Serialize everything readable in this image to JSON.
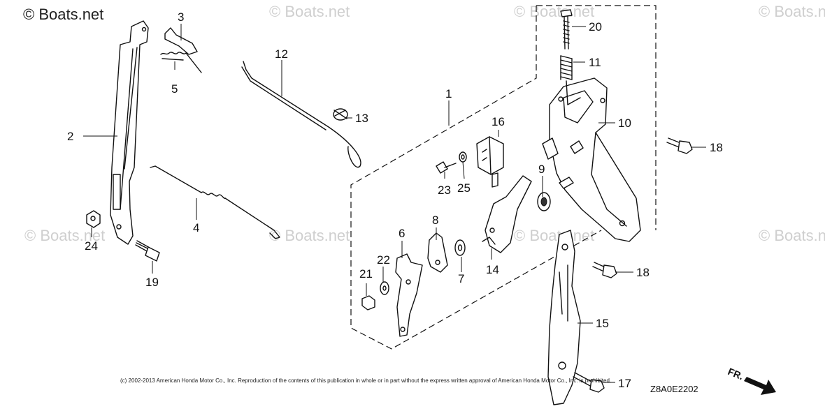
{
  "watermarks": {
    "main": "© Boats.net",
    "faint": "© Boats.net"
  },
  "callouts": {
    "c1": "1",
    "c2": "2",
    "c3": "3",
    "c4": "4",
    "c5": "5",
    "c6": "6",
    "c7": "7",
    "c8": "8",
    "c9": "9",
    "c10": "10",
    "c11": "11",
    "c12": "12",
    "c13": "13",
    "c14": "14",
    "c15": "15",
    "c16": "16",
    "c17": "17",
    "c18a": "18",
    "c18b": "18",
    "c19": "19",
    "c20": "20",
    "c21": "21",
    "c22": "22",
    "c23": "23",
    "c24": "24",
    "c25": "25"
  },
  "footer": {
    "copyright": "(c) 2002-2013 American Honda Motor Co., Inc. Reproduction of the contents of this publication in whole or in part without the express written approval of American Honda Motor Co., Inc. is prohibited.",
    "diagram_code": "Z8A0E2202",
    "direction_label": "FR."
  }
}
